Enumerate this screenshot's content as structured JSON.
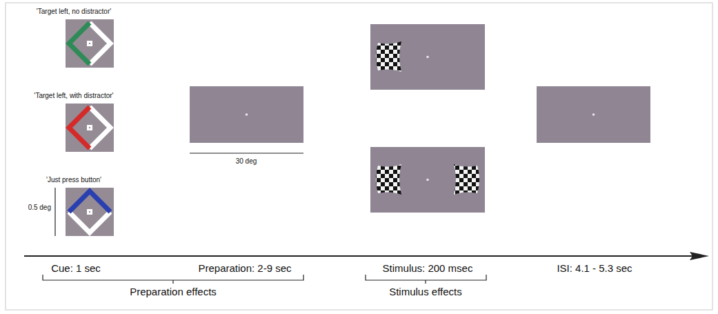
{
  "diagram": {
    "labels": [
      "'Target left, no distractor'",
      "'Target left, with distractor'",
      "'Just press button'",
      "0.5 deg",
      "30 deg",
      "Cue: 1 sec",
      "Preparation: 2-9 sec",
      "Stimulus: 200 msec",
      "ISI: 4.1 - 5.3 sec",
      "Preparation effects",
      "Stimulus effects"
    ]
  }
}
